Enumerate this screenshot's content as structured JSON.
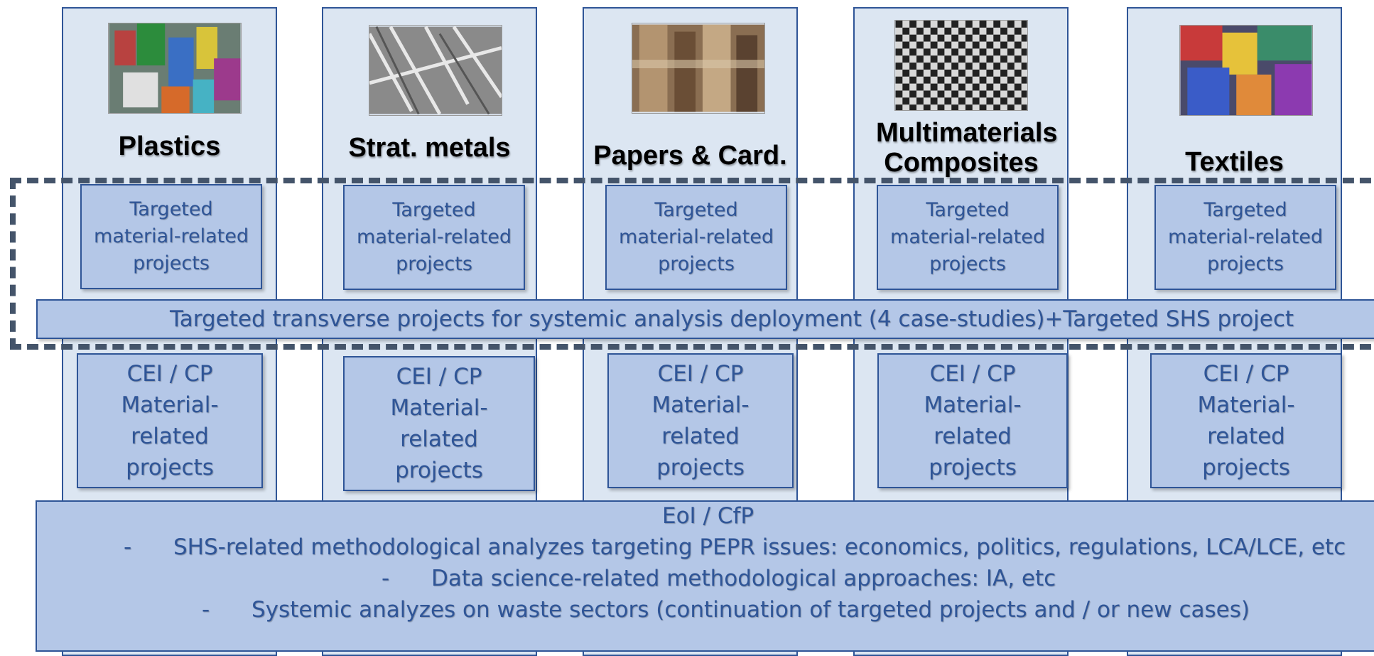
{
  "columns": [
    {
      "title": "Plastics",
      "targeted": "Targeted material-related projects",
      "cei": "CEI / CP Material-related projects"
    },
    {
      "title": "Strat. metals",
      "targeted": "Targeted material-related projects",
      "cei": "CEI / CP Material-related projects"
    },
    {
      "title": "Papers & Card.",
      "targeted": "Targeted material-related projects",
      "cei": "CEI / CP Material-related projects"
    },
    {
      "title": "Multimaterials Composites",
      "targeted": "Targeted material-related projects",
      "cei": "CEI / CP Material-related projects"
    },
    {
      "title": "Textiles",
      "targeted": "Targeted material-related projects",
      "cei": "CEI / CP Material-related projects"
    }
  ],
  "transverse": "Targeted transverse projects for systemic analysis deployment (4 case-studies)+Targeted SHS project",
  "bottom": {
    "heading": "EoI / CfP",
    "items": [
      "SHS-related methodological analyzes targeting PEPR issues: economics, politics, regulations, LCA/LCE, etc",
      "Data science-related methodological approaches: IA,  etc",
      "Systemic analyzes on waste sectors (continuation of targeted projects and / or new cases)"
    ],
    "bullet": "-"
  },
  "colors": {
    "column_fill": "#dce6f2",
    "box_fill": "#b4c7e7",
    "border": "#2f5597",
    "dash": "#44546a"
  }
}
